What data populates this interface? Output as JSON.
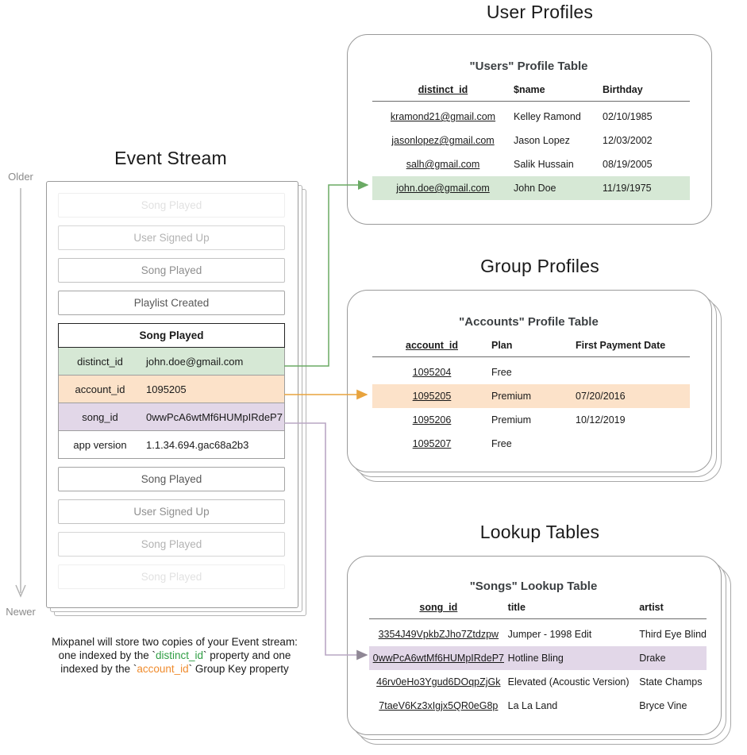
{
  "timeline": {
    "older_label": "Older",
    "newer_label": "Newer"
  },
  "event_stream": {
    "title": "Event Stream",
    "events_before": [
      {
        "label": "Song Played",
        "fade": "fade-1"
      },
      {
        "label": "User Signed Up",
        "fade": "fade-2"
      },
      {
        "label": "Song Played",
        "fade": "fade-3"
      },
      {
        "label": "Playlist Created",
        "fade": "fade-4"
      }
    ],
    "focused_event": {
      "name": "Song Played",
      "properties": [
        {
          "key": "distinct_id",
          "value": "john.doe@gmail.com",
          "style": "row-green"
        },
        {
          "key": "account_id",
          "value": "1095205",
          "style": "row-orange"
        },
        {
          "key": "song_id",
          "value": "0wwPcA6wtMf6HUMpIRdeP7",
          "style": "row-purple"
        },
        {
          "key": "app version",
          "value": "1.1.34.694.gac68a2b3",
          "style": "row-plain"
        }
      ]
    },
    "events_after": [
      {
        "label": "Song Played",
        "fade": "fade-4"
      },
      {
        "label": "User Signed Up",
        "fade": "fade-3"
      },
      {
        "label": "Song Played",
        "fade": "fade-2"
      },
      {
        "label": "Song Played",
        "fade": "fade-1"
      }
    ]
  },
  "caption": {
    "line1": "Mixpanel will store two copies of your Event stream:",
    "line2_a": "one indexed by the `",
    "line2_key": "distinct_id",
    "line2_b": "` property and one",
    "line3_a": "indexed by the `",
    "line3_key": "account_id",
    "line3_b": "` Group Key property"
  },
  "sections": [
    {
      "title": "User Profiles"
    },
    {
      "title": "Group Profiles"
    },
    {
      "title": "Lookup Tables"
    }
  ],
  "users_table": {
    "title": "\"Users\" Profile Table",
    "columns": [
      "distinct_id",
      "$name",
      "Birthday"
    ],
    "rows": [
      {
        "cells": [
          "kramond21@gmail.com",
          "Kelley Ramond",
          "02/10/1985"
        ],
        "highlight": ""
      },
      {
        "cells": [
          "jasonlopez@gmail.com",
          "Jason Lopez",
          "12/03/2002"
        ],
        "highlight": ""
      },
      {
        "cells": [
          "salh@gmail.com",
          "Salik Hussain",
          "08/19/2005"
        ],
        "highlight": ""
      },
      {
        "cells": [
          "john.doe@gmail.com",
          "John Doe",
          "11/19/1975"
        ],
        "highlight": "hl-green"
      }
    ]
  },
  "accounts_table": {
    "title": "\"Accounts\" Profile Table",
    "columns": [
      "account_id",
      "Plan",
      "First Payment Date"
    ],
    "rows": [
      {
        "cells": [
          "1095204",
          "Free",
          ""
        ],
        "highlight": ""
      },
      {
        "cells": [
          "1095205",
          "Premium",
          "07/20/2016"
        ],
        "highlight": "hl-orange"
      },
      {
        "cells": [
          "1095206",
          "Premium",
          "10/12/2019"
        ],
        "highlight": ""
      },
      {
        "cells": [
          "1095207",
          "Free",
          ""
        ],
        "highlight": ""
      }
    ]
  },
  "songs_table": {
    "title": "\"Songs\" Lookup Table",
    "columns": [
      "song_id",
      "title",
      "artist"
    ],
    "rows": [
      {
        "cells": [
          "3354J49VpkbZJho7Ztdzpw",
          "Jumper - 1998 Edit",
          "Third Eye Blind"
        ],
        "highlight": ""
      },
      {
        "cells": [
          "0wwPcA6wtMf6HUMpIRdeP7",
          "Hotline Bling",
          "Drake"
        ],
        "highlight": "hl-purple"
      },
      {
        "cells": [
          "46rv0eHo3Ygud6DOqpZjGk",
          "Elevated (Acoustic Version)",
          "State Champs"
        ],
        "highlight": ""
      },
      {
        "cells": [
          "7taeV6Kz3xIgjx5QR0eG8p",
          "La La Land",
          "Bryce Vine"
        ],
        "highlight": ""
      }
    ]
  },
  "colors": {
    "green": "#d6e8d5",
    "orange": "#fce2c9",
    "purple": "#e2d7e8",
    "green_line": "#6aaa64",
    "orange_line": "#e8a33d",
    "purple_line": "#b9a7c4",
    "border": "#9a9a9a"
  }
}
